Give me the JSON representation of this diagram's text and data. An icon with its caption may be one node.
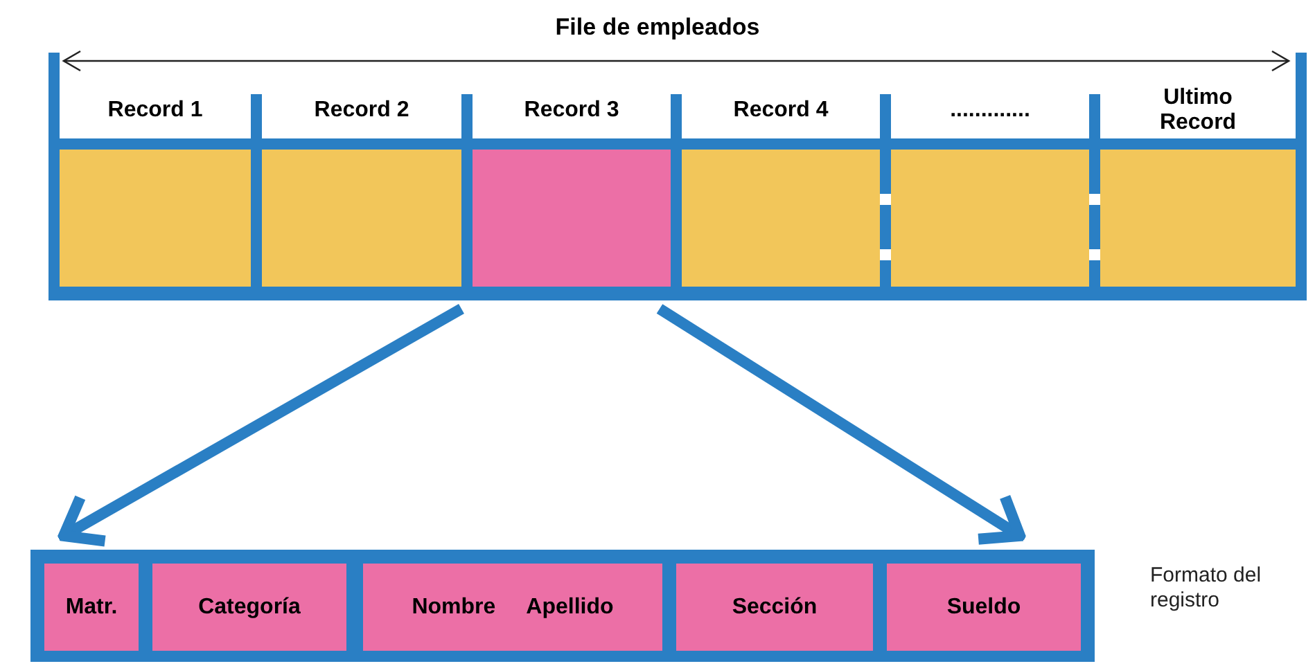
{
  "diagram": {
    "title": "File de empleados",
    "nodes": [
      {
        "text": [
          "Record 1"
        ]
      },
      {
        "text": [
          "Record 2"
        ]
      },
      {
        "text": [
          "Record 3"
        ]
      },
      {
        "text": [
          "Record 4"
        ]
      },
      {
        "text": [
          "............."
        ]
      },
      {
        "text": [
          "Ultimo Record"
        ]
      },
      {
        "text": [],
        "shape": "box",
        "beside": [
          "Formato del registro"
        ]
      },
      {
        "text": [
          "Matr."
        ],
        "in": 6
      },
      {
        "text": [
          "Categoría"
        ],
        "in": 6
      },
      {
        "text": [
          "Nombre",
          "Apellido"
        ],
        "in": 6
      },
      {
        "text": [
          "Sección"
        ],
        "in": 6
      },
      {
        "text": [
          "Sueldo"
        ],
        "in": 6
      }
    ],
    "edges": [
      {
        "from": 2,
        "to": 7,
        "arrow": "to"
      },
      {
        "from": 2,
        "to": 11,
        "arrow": "to"
      }
    ]
  }
}
